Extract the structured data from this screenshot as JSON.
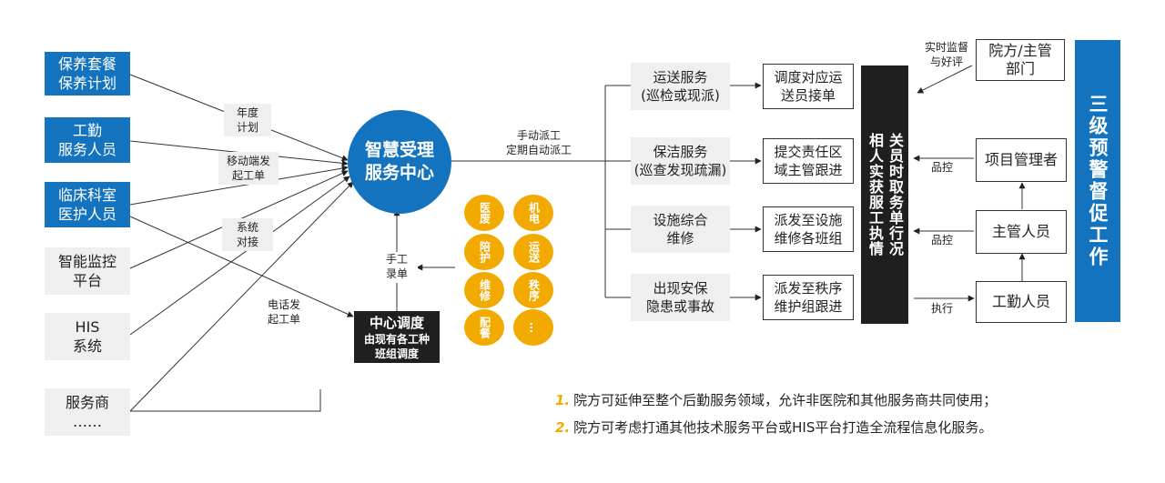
{
  "sources": [
    {
      "label": "保养套餐\n保养计划",
      "style": "blue"
    },
    {
      "label": "工勤\n服务人员",
      "style": "blue"
    },
    {
      "label": "临床科室\n医护人员",
      "style": "blue"
    },
    {
      "label": "智能监控\n平台",
      "style": "gray"
    },
    {
      "label": "HIS\n系统",
      "style": "gray"
    },
    {
      "label": "服务商\n……",
      "style": "gray"
    }
  ],
  "channels": {
    "annual_plan": "年度\n计划",
    "mobile": "移动端发\n起工单",
    "system": "系统\n对接",
    "phone": "电话发\n起工单",
    "manual": "手工\n录单"
  },
  "center": {
    "hub": "智慧受理\n服务中心",
    "dispatch_title": "中心调度",
    "dispatch_sub": "由现有各工种\n班组调度",
    "dispatch_modes": "手动派工\n定期自动派工"
  },
  "teams": [
    "医废",
    "机电",
    "陪护",
    "运送",
    "维修",
    "秩序",
    "配餐",
    "…"
  ],
  "services": [
    {
      "service": "运送服务\n(巡检或现派)",
      "action": "调度对应运\n送员接单"
    },
    {
      "service": "保洁服务\n(巡查发现疏漏)",
      "action": "提交责任区\n域主管跟进"
    },
    {
      "service": "设施综合\n维修",
      "action": "派发至设施\n维修各班组"
    },
    {
      "service": "出现安保\n隐患或事故",
      "action": "派发至秩序\n维护组跟进"
    }
  ],
  "feedback_panel": {
    "col1": "相人实获服工执情",
    "col2": "关员时取务单行况"
  },
  "management": {
    "dept": "院方/主管\n部门",
    "monitor": "实时监督\n与好评",
    "pm": "项目管理者",
    "supervisor": "主管人员",
    "worker": "工勤人员",
    "qc": "品控",
    "exec": "执行"
  },
  "warning": "三级预警督促工作",
  "notes": [
    {
      "num": "1.",
      "text": "院方可延伸至整个后勤服务领域，允许非医院和其他服务商共同使用；"
    },
    {
      "num": "2.",
      "text": "院方可考虑打通其他技术服务平台或HIS平台打造全流程信息化服务。"
    }
  ],
  "colors": {
    "blue": "#1473be",
    "orange": "#f2a900",
    "dark": "#1f1f1f",
    "gray": "#efefef"
  }
}
